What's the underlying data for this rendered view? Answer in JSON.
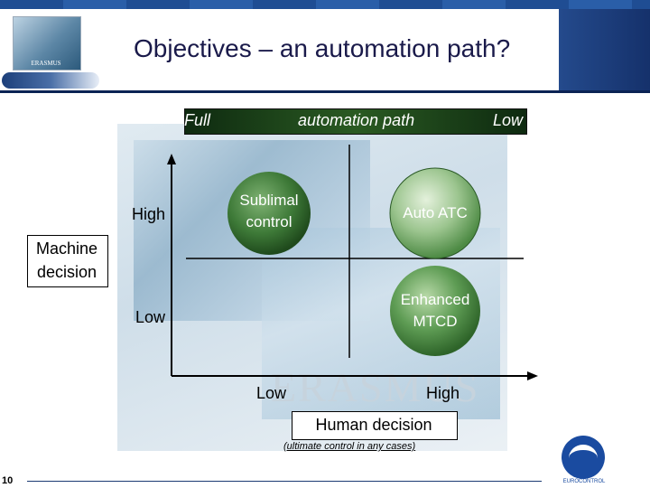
{
  "header": {
    "title": "Objectives – an automation path?",
    "logo_text": "ERASMUS"
  },
  "automation_bar": {
    "left": "Full",
    "center": "automation path",
    "right": "Low"
  },
  "axes": {
    "y_high": "High",
    "y_low": "Low",
    "x_low": "Low",
    "x_high": "High"
  },
  "y_axis_label": "Machine decision",
  "x_axis_label": "Human decision",
  "x_axis_note": "(ultimate control in any cases)",
  "nodes": [
    {
      "label": "Sublimal control",
      "quadrant": "high-machine/low-human"
    },
    {
      "label": "Auto ATC",
      "quadrant": "high-machine/high-human"
    },
    {
      "label": "Enhanced MTCD",
      "quadrant": "low-machine/high-human"
    }
  ],
  "watermark": "ERASMUS",
  "footer": {
    "page_number": "10",
    "logo_text": "EUROCONTROL"
  },
  "colors": {
    "header_blue": "#1b3a73",
    "bar_green": "#2a5a22",
    "node_green": "#3f7d3c"
  }
}
